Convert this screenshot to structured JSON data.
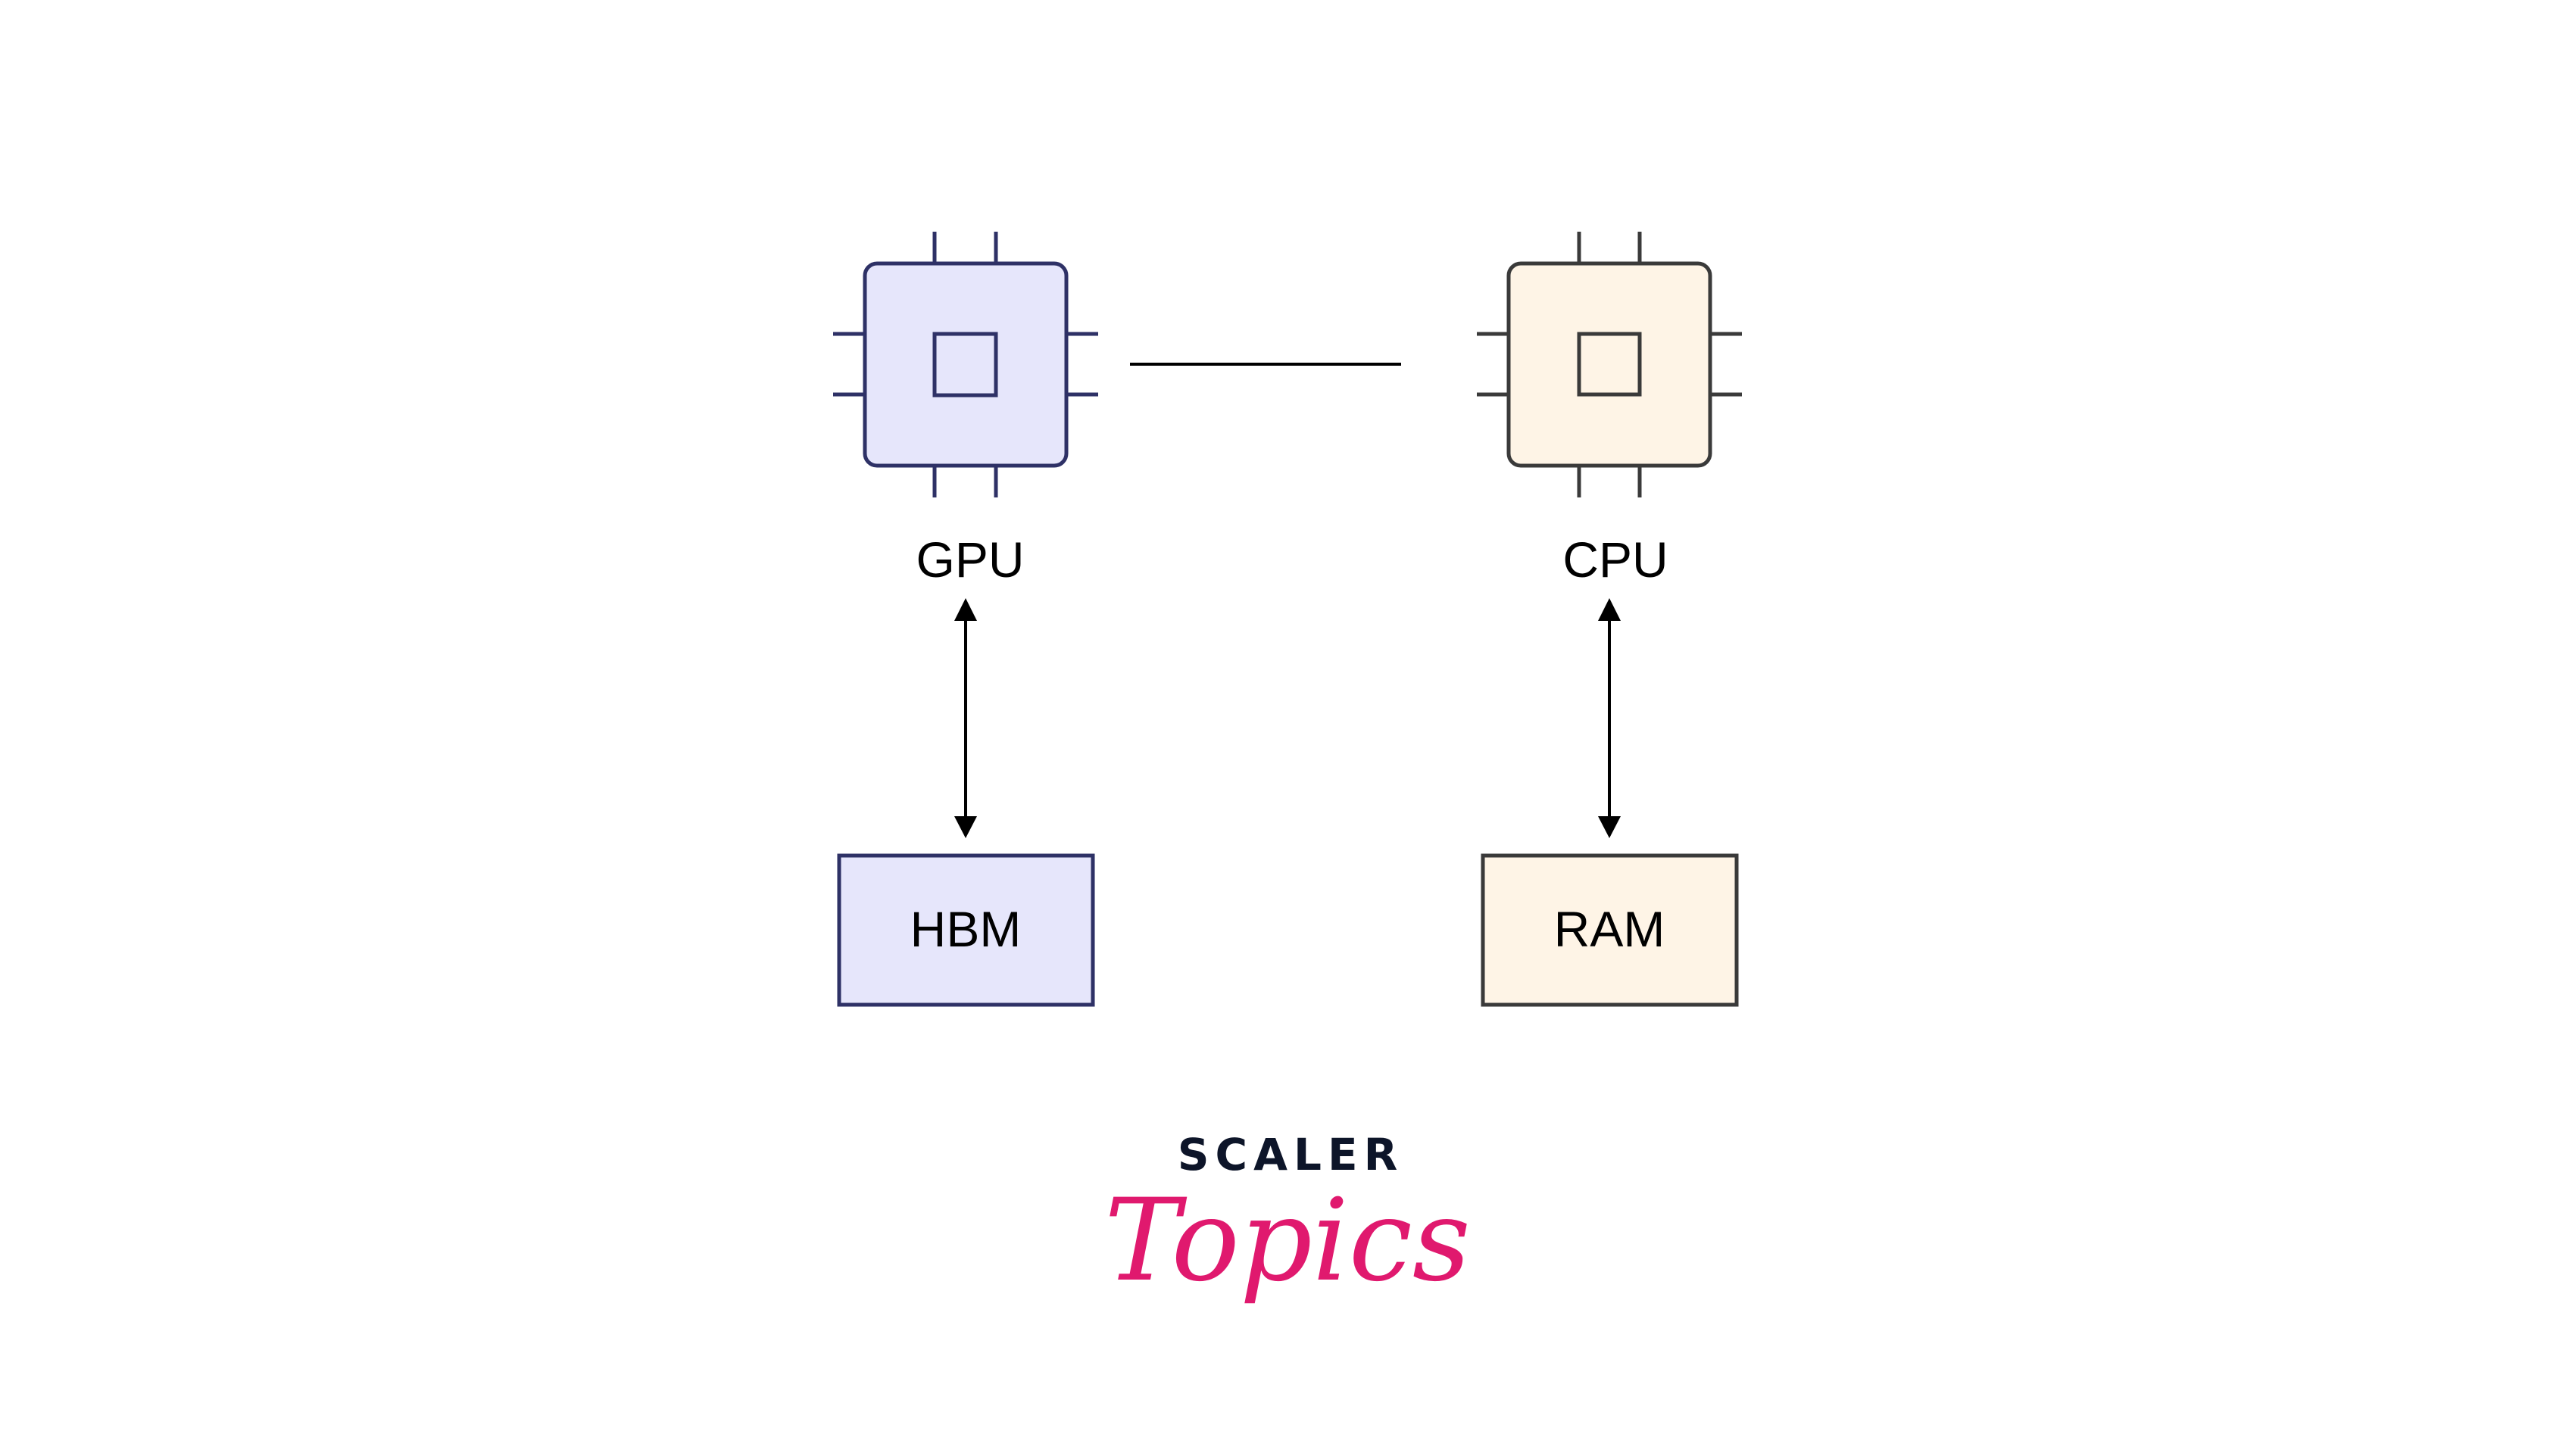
{
  "diagram": {
    "gpu": {
      "label": "GPU",
      "fill": "#e6e6fb",
      "stroke": "#2e3166"
    },
    "cpu": {
      "label": "CPU",
      "fill": "#fef4e6",
      "stroke": "#3a3a3a"
    },
    "hbm": {
      "label": "HBM",
      "fill": "#e6e6fb",
      "stroke": "#2e3166"
    },
    "ram": {
      "label": "RAM",
      "fill": "#fef4e6",
      "stroke": "#3a3a3a"
    },
    "links": [
      {
        "from": "GPU",
        "to": "CPU",
        "type": "line"
      },
      {
        "from": "GPU",
        "to": "HBM",
        "type": "bidirectional-arrow"
      },
      {
        "from": "CPU",
        "to": "RAM",
        "type": "bidirectional-arrow"
      }
    ]
  },
  "logo": {
    "top": "SCALER",
    "bottom": "Topics",
    "top_color": "#0d1529",
    "bottom_color": "#e0196e"
  }
}
